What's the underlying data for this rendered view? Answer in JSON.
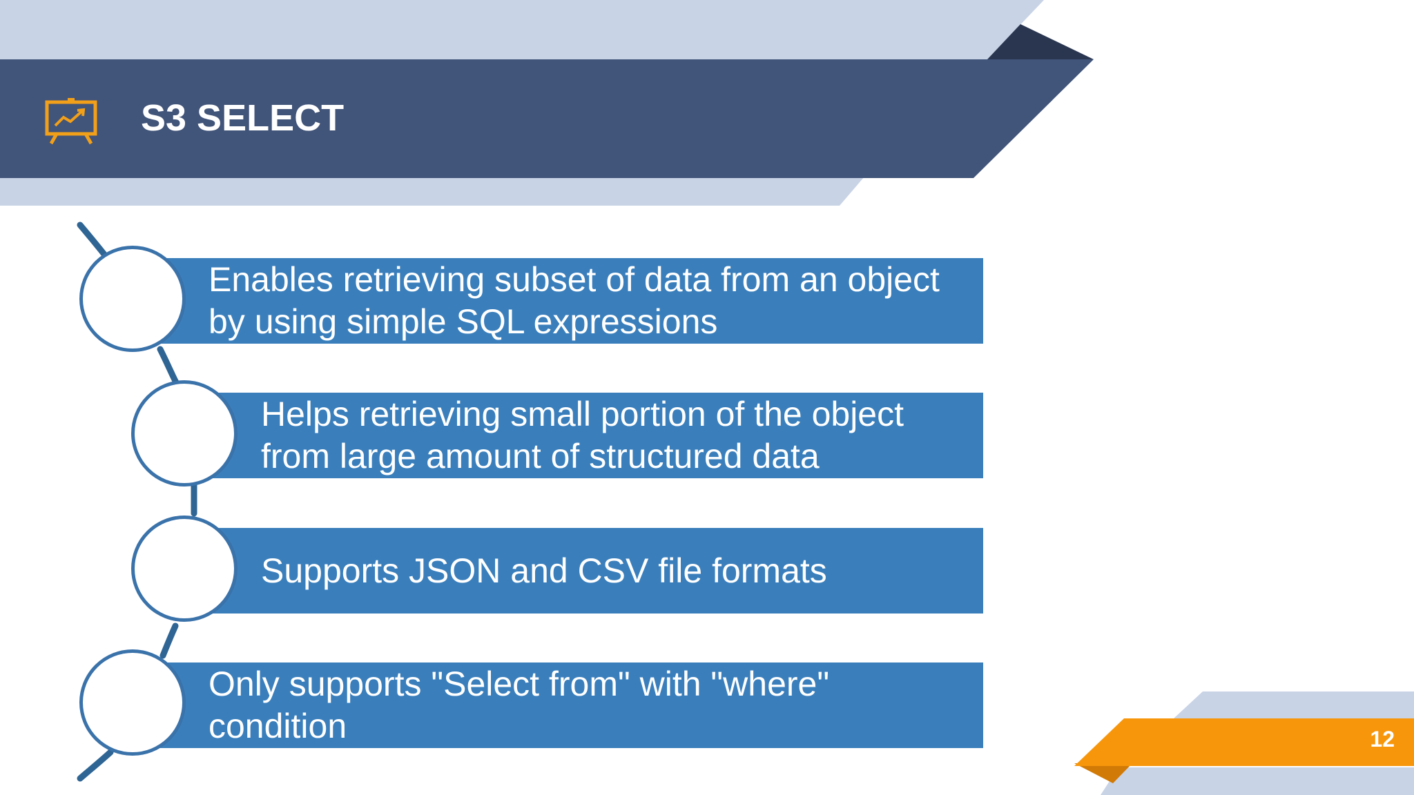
{
  "slide": {
    "title": "S3 SELECT",
    "page_number": "12",
    "icon": "presentation-chart-icon"
  },
  "items": [
    {
      "lines": [
        "Enables retrieving subset of data from an object",
        "by using simple SQL expressions"
      ]
    },
    {
      "lines": [
        "Helps retrieving small portion of the object",
        "from large amount of structured data"
      ]
    },
    {
      "lines": [
        "Supports JSON and CSV file formats"
      ]
    },
    {
      "lines": [
        "Only supports \"Select from\" with \"where\"",
        "condition"
      ]
    }
  ],
  "colors": {
    "header_band": "#415479",
    "light_band": "#c8d3e6",
    "dark_triangle": "#2a3650",
    "item_bar": "#3a7fbc",
    "circle_border": "#3a72aa",
    "connector": "#2f6594",
    "accent_orange": "#f7960b",
    "accent_orange_dark": "#d27a06",
    "icon_orange": "#f2a019"
  }
}
